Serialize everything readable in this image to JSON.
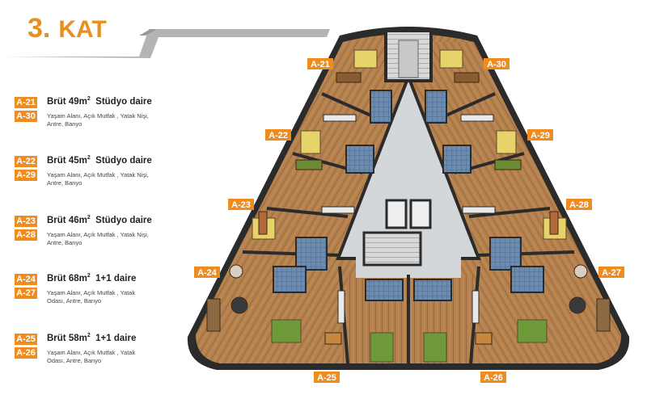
{
  "header": {
    "floor_number": "3.",
    "floor_label": "KAT"
  },
  "units": [
    {
      "codes": [
        "A-21",
        "A-30"
      ],
      "area": "Brüt 49m",
      "area_sup": "2",
      "type": "Stüdyo daire",
      "description": "Yaşam Alanı, Açık Mutfak , Yatak Nişi, Antre, Banyo"
    },
    {
      "codes": [
        "A-22",
        "A-29"
      ],
      "area": "Brüt 45m",
      "area_sup": "2",
      "type": "Stüdyo daire",
      "description": "Yaşam Alanı, Açık Mutfak , Yatak Nişi, Antre, Banyo"
    },
    {
      "codes": [
        "A-23",
        "A-28"
      ],
      "area": "Brüt 46m",
      "area_sup": "2",
      "type": "Stüdyo daire",
      "description": "Yaşam Alanı, Açık Mutfak , Yatak Nişi, Antre, Banyo"
    },
    {
      "codes": [
        "A-24",
        "A-27"
      ],
      "area": "Brüt 68m",
      "area_sup": "2",
      "type": "1+1 daire",
      "description": "Yaşam Alanı, Açık Mutfak , Yatak Odası, Antre, Banyo"
    },
    {
      "codes": [
        "A-25",
        "A-26"
      ],
      "area": "Brüt 58m",
      "area_sup": "2",
      "type": "1+1 daire",
      "description": "Yaşam Alanı, Açık Mutfak , Yatak Odası, Antre, Banyo"
    }
  ],
  "plan_labels": [
    "A-21",
    "A-30",
    "A-22",
    "A-29",
    "A-23",
    "A-28",
    "A-24",
    "A-27",
    "A-25",
    "A-26"
  ],
  "colors": {
    "accent": "#f08c1e",
    "wall": "#2b2b2b",
    "floor_wood": "#b5824f",
    "corridor": "#d4d7d9",
    "tile": "#6b8bb0"
  }
}
